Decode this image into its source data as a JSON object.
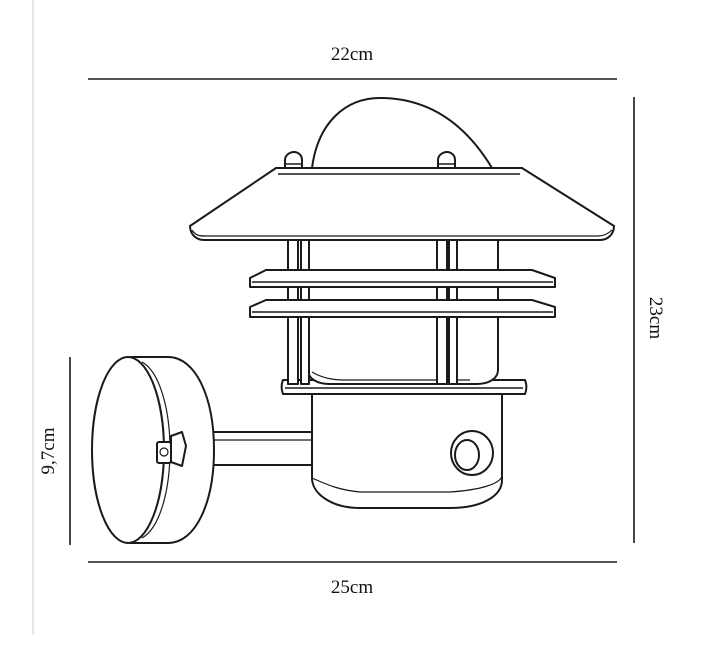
{
  "dimensions": {
    "top_width": "22cm",
    "bottom_width": "25cm",
    "height": "23cm",
    "mount_height": "9,7cm"
  },
  "colors": {
    "line": "#1a1a1a",
    "background": "#ffffff",
    "guide": "#cccccc"
  }
}
